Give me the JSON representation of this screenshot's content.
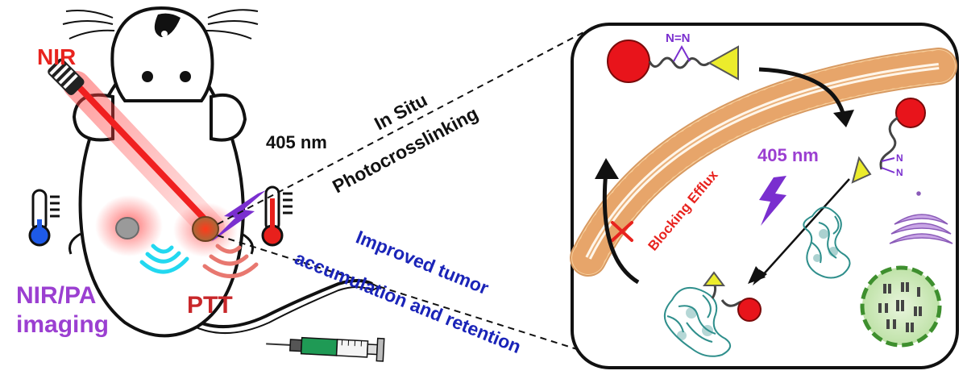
{
  "labels": {
    "nir": "NIR",
    "nm405_left": "405 nm",
    "in_situ": "In Situ",
    "photocrosslinking": "Photocrosslinking",
    "improved_line1": "Improved tumor",
    "improved_line2": "accumulation and retention",
    "nir_pa_line1": "NIR/PA",
    "nir_pa_line2": "imaging",
    "ptt": "PTT",
    "nm405_right": "405 nm",
    "blocking_efflux": "Blocking Efflux",
    "diazirine": "N=N",
    "n_top": "N",
    "n_bottom": "N"
  },
  "colors": {
    "red_label": "#e8231e",
    "purple_label": "#9b3fd1",
    "blue_label": "#1a24b8",
    "ptt_label": "#c8272a",
    "membrane": "#f3b77a",
    "lightning": "#7a2fcf",
    "protein": "#2f8f8c",
    "ball": "#e8141b",
    "triangle": "#ecec2c"
  },
  "icons": [
    "mouse-icon",
    "laser-icon",
    "thermometer-cold-icon",
    "thermometer-hot-icon",
    "lightning-icon",
    "syringe-icon",
    "protein-icon",
    "golgi-icon",
    "nucleus-icon"
  ]
}
